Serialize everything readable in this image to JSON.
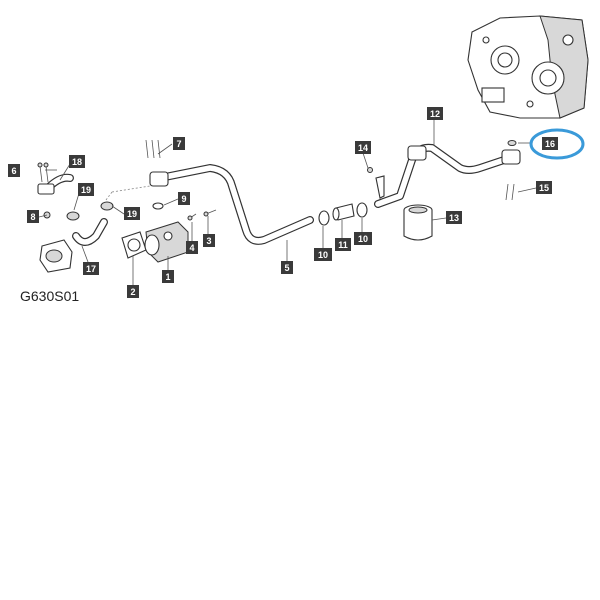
{
  "figure_code": "G630S01",
  "highlight_color": "#3a9ad9",
  "callouts": [
    {
      "id": "1",
      "label": "1"
    },
    {
      "id": "2",
      "label": "2"
    },
    {
      "id": "3",
      "label": "3"
    },
    {
      "id": "4",
      "label": "4"
    },
    {
      "id": "5",
      "label": "5"
    },
    {
      "id": "6",
      "label": "6"
    },
    {
      "id": "7",
      "label": "7"
    },
    {
      "id": "8",
      "label": "8"
    },
    {
      "id": "9",
      "label": "9"
    },
    {
      "id": "10a",
      "label": "10"
    },
    {
      "id": "10b",
      "label": "10"
    },
    {
      "id": "11",
      "label": "11"
    },
    {
      "id": "12",
      "label": "12"
    },
    {
      "id": "13",
      "label": "13"
    },
    {
      "id": "14",
      "label": "14"
    },
    {
      "id": "15",
      "label": "15"
    },
    {
      "id": "16",
      "label": "16"
    },
    {
      "id": "17",
      "label": "17"
    },
    {
      "id": "18",
      "label": "18"
    },
    {
      "id": "19a",
      "label": "19"
    },
    {
      "id": "19b",
      "label": "19"
    }
  ]
}
